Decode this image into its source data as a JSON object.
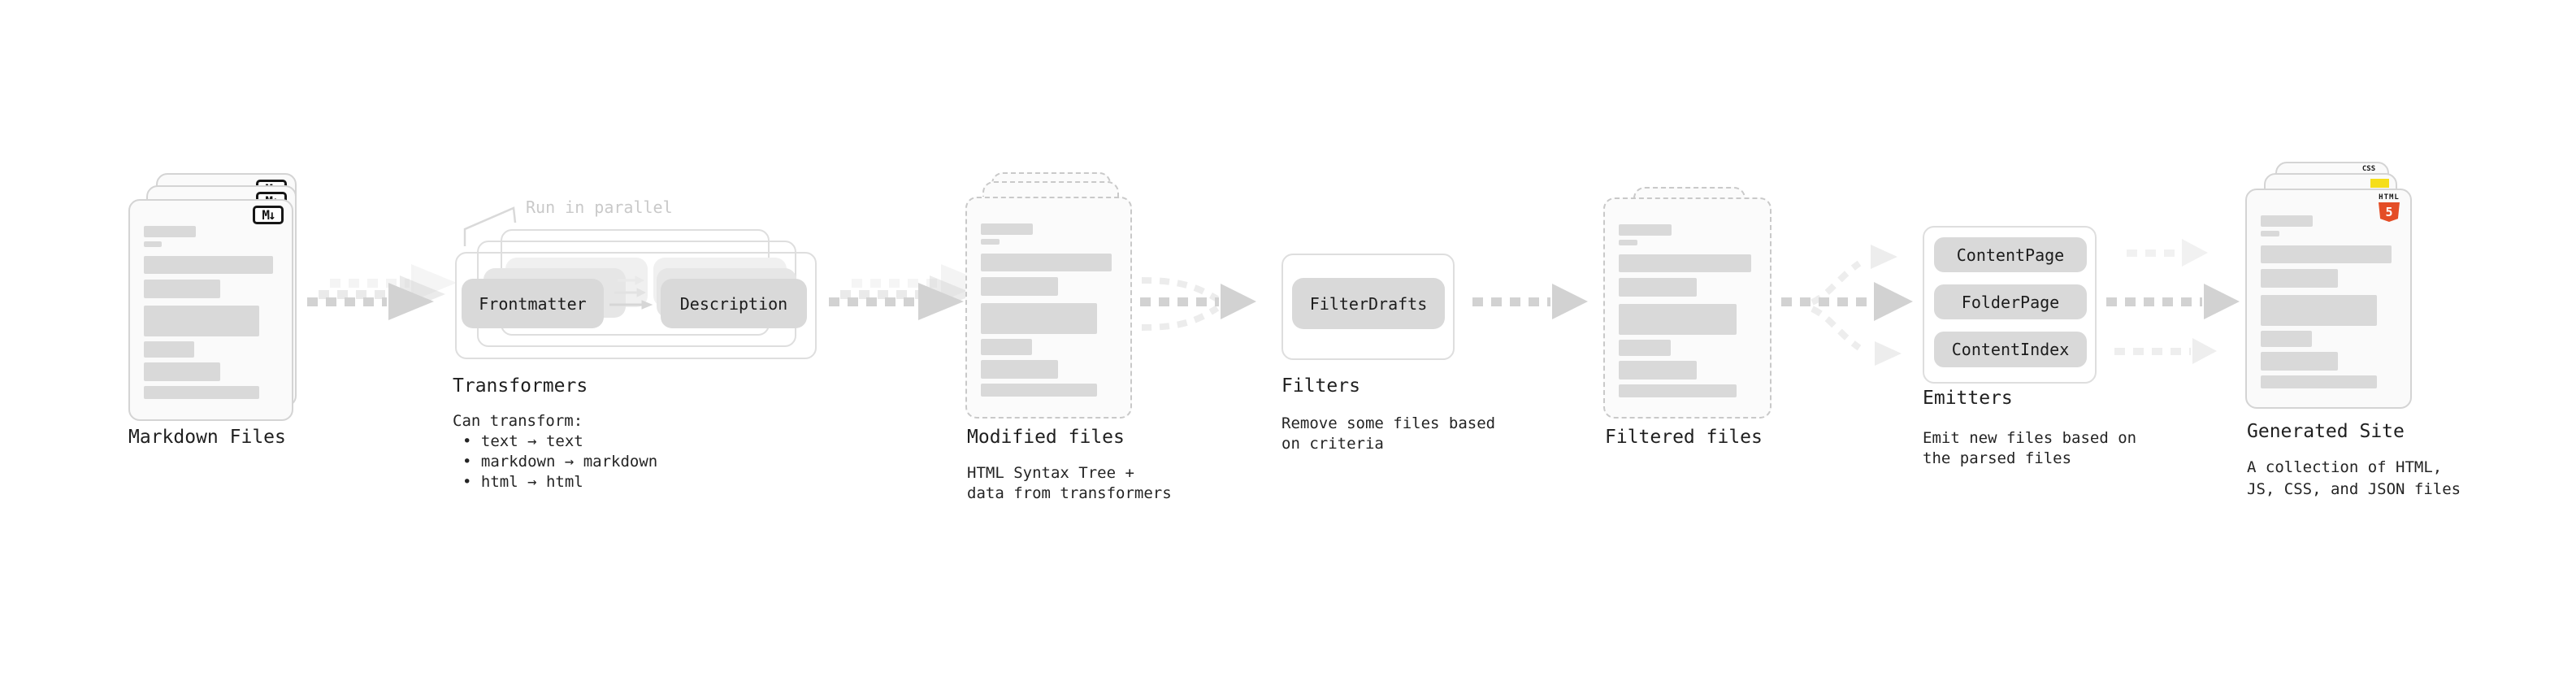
{
  "sections": {
    "markdown_files": {
      "label": "Markdown Files"
    },
    "transformers": {
      "label": "Transformers",
      "note": "Run in parallel",
      "box_left": "Frontmatter",
      "box_right": "Description",
      "caption_title": "Can transform:",
      "caption_items": [
        "• text → text",
        "• markdown → markdown",
        "• html → html"
      ]
    },
    "modified_files": {
      "label": "Modified files",
      "caption_lines": [
        "HTML Syntax Tree +",
        "data from transformers"
      ]
    },
    "filters": {
      "label": "Filters",
      "box": "FilterDrafts",
      "caption_lines": [
        "Remove some files based",
        "on criteria"
      ]
    },
    "filtered_files": {
      "label": "Filtered files"
    },
    "emitters": {
      "label": "Emitters",
      "buttons": [
        "ContentPage",
        "FolderPage",
        "ContentIndex"
      ],
      "caption_lines": [
        "Emit new files based on",
        "the parsed files"
      ]
    },
    "generated_site": {
      "label": "Generated Site",
      "caption_lines": [
        "A collection of HTML,",
        "JS, CSS, and JSON files"
      ]
    }
  },
  "icons": {
    "markdown_badge": "M↓",
    "html5_label": "HTML",
    "html5_number": "5",
    "css_label": "CSS"
  },
  "file_card_bars": [
    {
      "w": 0.4,
      "h": 14,
      "gap": 5
    },
    {
      "w": 0.14,
      "h": 7,
      "gap": 11
    },
    {
      "w": 1.0,
      "h": 22,
      "gap": 7
    },
    {
      "w": 0.59,
      "h": 23,
      "gap": 9
    },
    {
      "w": 0.89,
      "h": 38,
      "gap": 6
    },
    {
      "w": 0.39,
      "h": 20,
      "gap": 6
    },
    {
      "w": 0.59,
      "h": 23,
      "gap": 6
    },
    {
      "w": 0.89,
      "h": 16,
      "gap": 0
    }
  ],
  "colors": {
    "bar_gray": "#d9d9d9",
    "pill_gray": "#d9d9d9",
    "arrow_gray": "#d2d2d2",
    "arrow_light": "#ececec",
    "card_border": "#d4d4d4",
    "dashed_border": "#c9c9c9",
    "outline_border": "#dedede",
    "text_dark": "#1f1f1f",
    "note_gray": "#c9c9c9",
    "html5_orange": "#e44d26",
    "js_yellow": "#f5de19",
    "css_blue": "#2b5ff0",
    "badge_black": "#161616"
  }
}
